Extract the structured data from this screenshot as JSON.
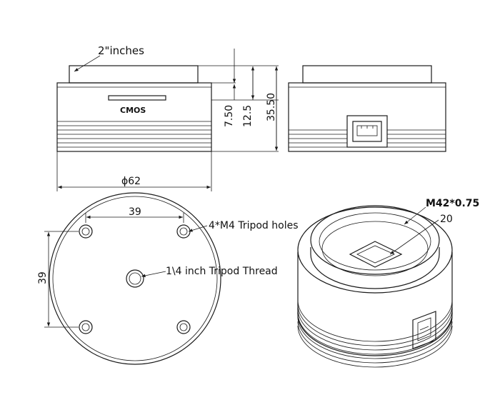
{
  "labels": {
    "lens_diameter": "2\"inches",
    "sensor": "CMOS",
    "dim_7_50": "7.50",
    "dim_12_5": "12.5",
    "dim_35_50": "35.50",
    "diameter_62": "ϕ62",
    "hole_spacing_h": "39",
    "hole_spacing_v": "39",
    "tripod_holes": "4*M4 Tripod holes",
    "tripod_thread": "1\\4 inch Tripod Thread",
    "thread_spec": "M42*0.75",
    "inner_size": "20"
  },
  "colors": {
    "line": "#1a1a1a",
    "background": "#ffffff"
  }
}
